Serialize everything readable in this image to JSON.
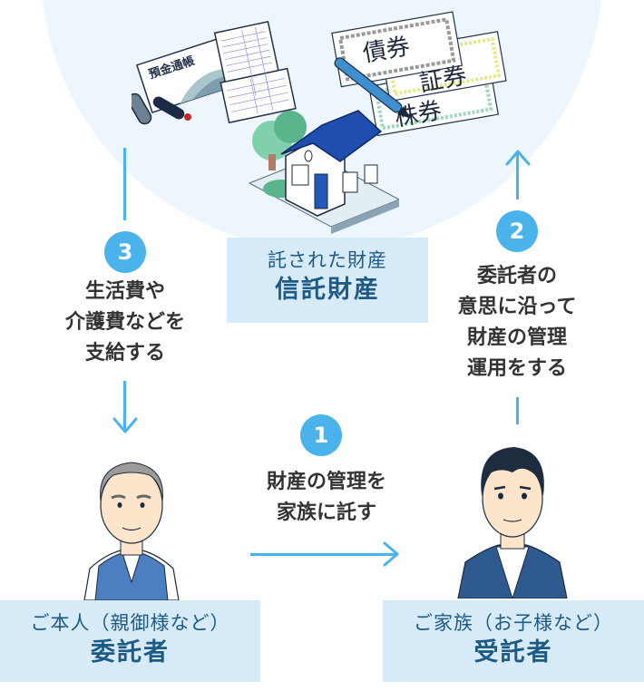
{
  "trust_property": {
    "subtitle": "託された財産",
    "title": "信託財産"
  },
  "illustrations": {
    "passbook_label": "預金通帳",
    "certificates": [
      "債券",
      "証券",
      "株券"
    ]
  },
  "steps": [
    {
      "number": "1",
      "text": "財産の管理を\n家族に託す"
    },
    {
      "number": "2",
      "text": "委託者の\n意思に沿って\n財産の管理\n運用をする"
    },
    {
      "number": "3",
      "text": "生活費や\n介護費などを\n支給する"
    }
  ],
  "settlor": {
    "subtitle": "ご本人（親御様など）",
    "title": "委託者"
  },
  "trustee": {
    "subtitle": "ご家族（お子様など）",
    "title": "受託者"
  },
  "colors": {
    "accent": "#4bb3ec",
    "label_bg": "#d6eaf8",
    "label_text": "#1d5a86",
    "halo": "#edf6fd"
  }
}
